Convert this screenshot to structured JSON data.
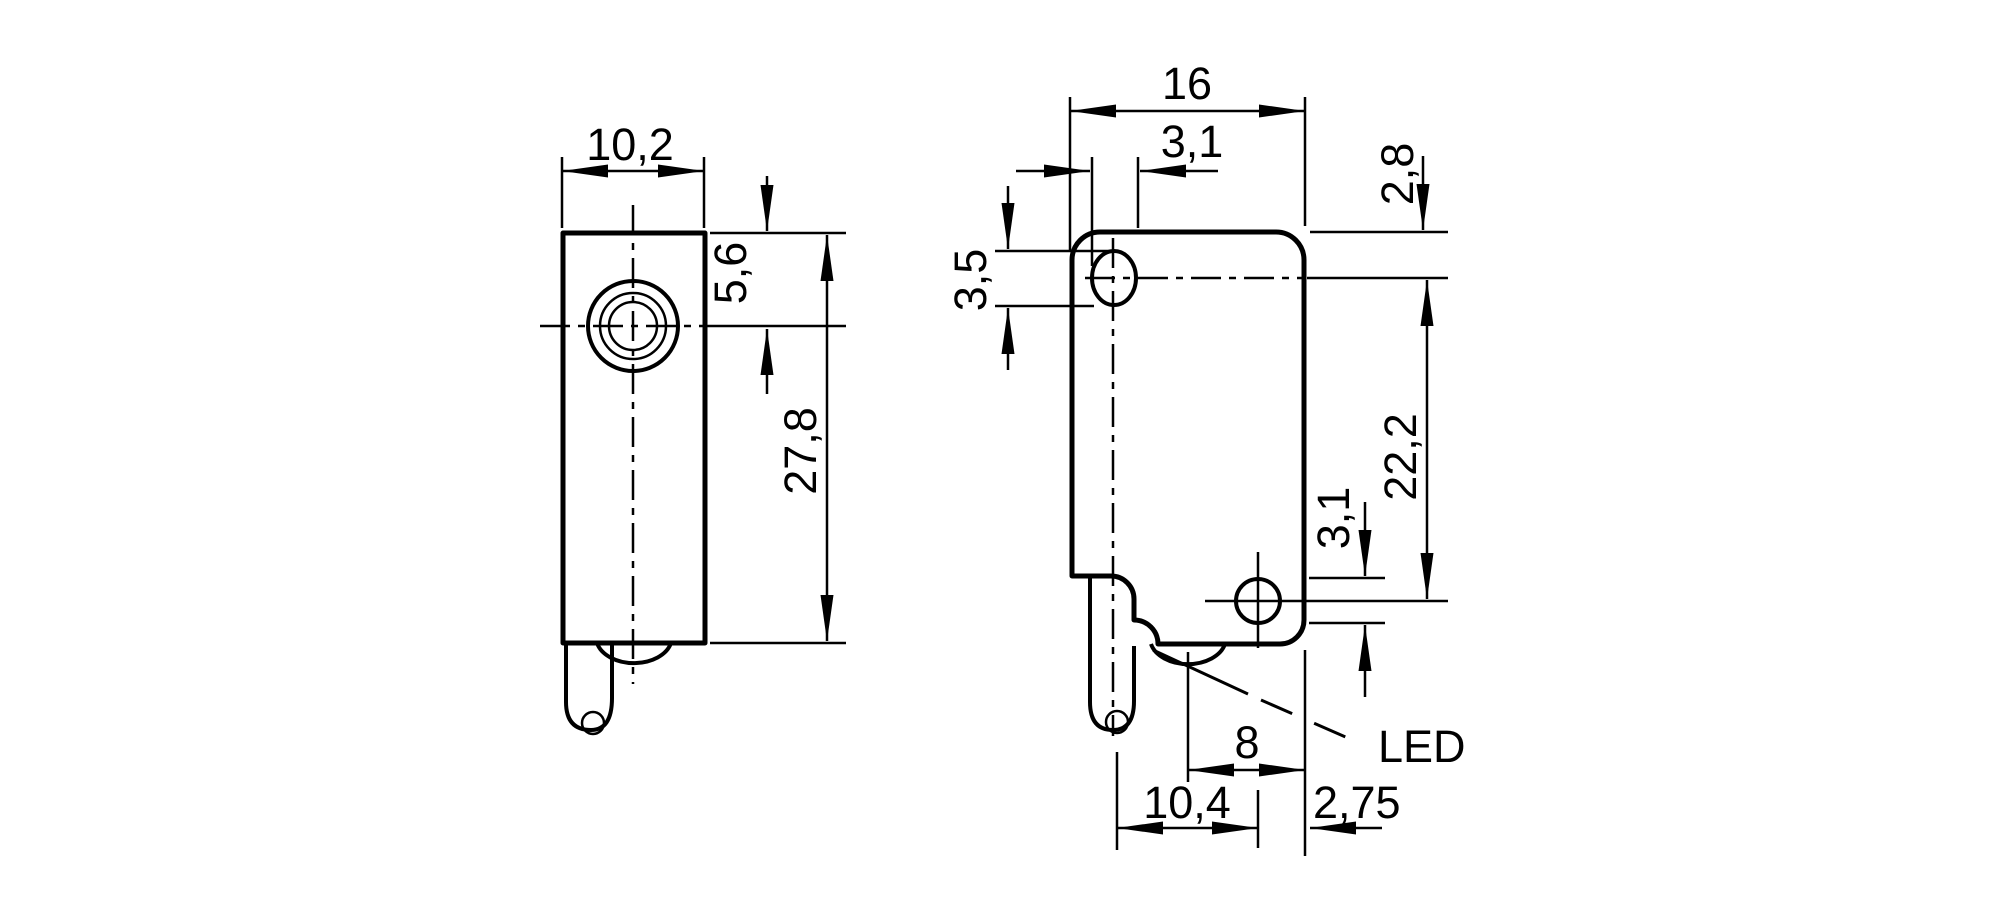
{
  "drawing": {
    "led_label": "LED",
    "side_view": {
      "width": "10,2",
      "face_center_offset": "5,6",
      "height": "27,8"
    },
    "front_view": {
      "width": "16",
      "slot_width": "3,1",
      "slot_height": "3,5",
      "hole_center_from_top": "2,8",
      "hole_center_spacing": "22,2",
      "hole_diameter": "3,1",
      "led_from_edge": "8",
      "cable_center_offset": "10,4",
      "edge_offset": "2,75"
    }
  }
}
